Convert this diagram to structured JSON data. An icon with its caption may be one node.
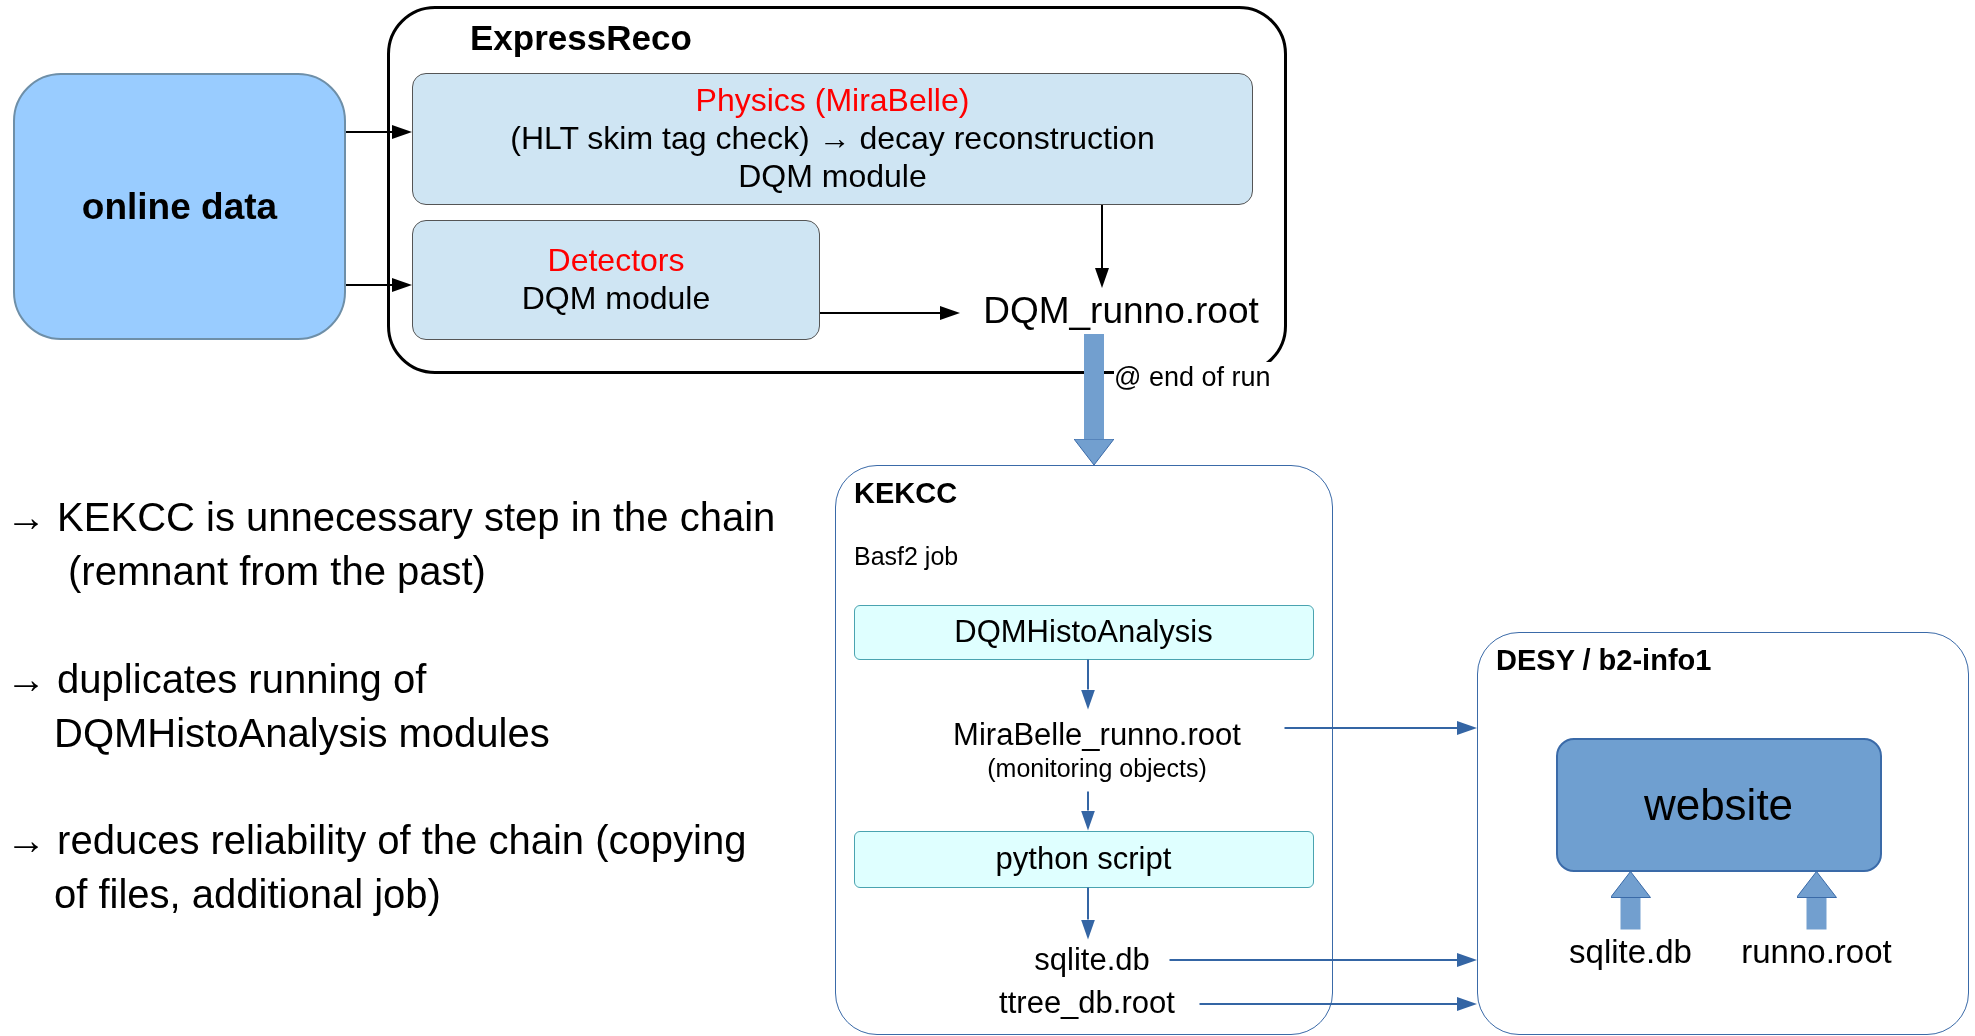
{
  "diagram": {
    "nodes": [
      {
        "text": [
          "online data"
        ]
      },
      {
        "text": [
          "ExpressReco"
        ]
      },
      {
        "text": [
          "Physics (MiraBelle)",
          "(HLT skim tag check) → decay reconstruction",
          "DQM module"
        ],
        "in": 1
      },
      {
        "text": [
          "Detectors",
          "DQM module"
        ],
        "in": 1
      },
      {
        "text": [
          "DQM_runno.root"
        ],
        "in": 1
      },
      {
        "text": [
          "KEKCC",
          "Basf2 job"
        ]
      },
      {
        "text": [
          "DQMHistoAnalysis"
        ],
        "in": 5
      },
      {
        "text": [
          "MiraBelle_runno.root",
          "(monitoring objects)"
        ],
        "in": 5
      },
      {
        "text": [
          "python script"
        ],
        "in": 5
      },
      {
        "text": [
          "sqlite.db"
        ],
        "in": 5
      },
      {
        "text": [
          "ttree_db.root"
        ],
        "in": 5
      },
      {
        "text": [
          "DESY / b2-info1"
        ]
      },
      {
        "text": [
          "website"
        ],
        "in": 11
      },
      {
        "text": [
          "sqlite.db"
        ],
        "in": 11
      },
      {
        "text": [
          "runno.root"
        ],
        "in": 11
      }
    ],
    "edges": [
      {
        "from": 0,
        "to": 2,
        "arrow": "to",
        "color": "#000000"
      },
      {
        "from": 0,
        "to": 3,
        "arrow": "to",
        "color": "#000000"
      },
      {
        "from": 2,
        "to": 4,
        "arrow": "to",
        "color": "#000000"
      },
      {
        "from": 3,
        "to": 4,
        "arrow": "to",
        "color": "#000000"
      },
      {
        "from": 4,
        "to": 5,
        "arrow": "to",
        "label": "@ end of run",
        "style": "thick",
        "color": "#729fcf"
      },
      {
        "from": 6,
        "to": 7,
        "arrow": "to"
      },
      {
        "from": 7,
        "to": 8,
        "arrow": "to"
      },
      {
        "from": 8,
        "to": 9,
        "arrow": "to"
      },
      {
        "from": 7,
        "to": 11,
        "arrow": "to"
      },
      {
        "from": 9,
        "to": 11,
        "arrow": "to"
      },
      {
        "from": 10,
        "to": 11,
        "arrow": "to"
      },
      {
        "from": 13,
        "to": 12,
        "arrow": "to",
        "style": "thick",
        "color": "#729fcf"
      },
      {
        "from": 14,
        "to": 12,
        "arrow": "to",
        "style": "thick",
        "color": "#729fcf"
      }
    ],
    "labels": [
      "→ KEKCC is unnecessary step in the chain (remnant from the past)",
      "→ duplicates running of DQMHistoAnalysis modules",
      "→ reduces reliability of the chain (copying of files, additional job)"
    ]
  }
}
